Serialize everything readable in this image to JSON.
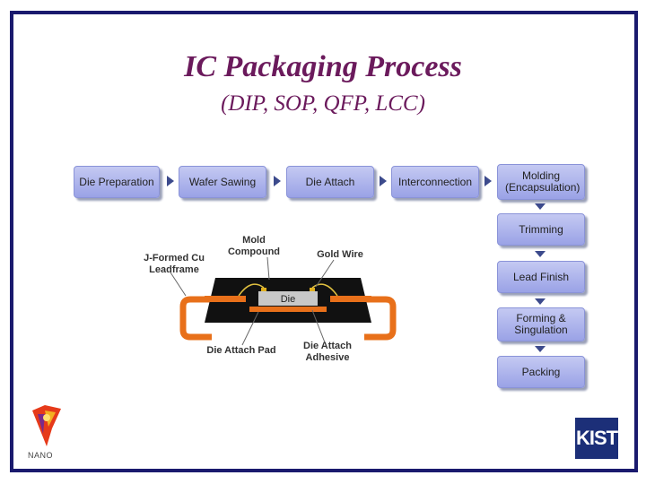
{
  "title": "IC Packaging Process",
  "subtitle": "(DIP, SOP, QFP, LCC)",
  "flow": {
    "row": [
      "Die Preparation",
      "Wafer Sawing",
      "Die Attach",
      "Interconnection"
    ],
    "column": [
      "Molding (Encapsulation)",
      "Trimming",
      "Lead Finish",
      "Forming & Singulation",
      "Packing"
    ]
  },
  "cross_section": {
    "die_label": "Die",
    "mold_compound": "Mold Compound",
    "gold_wire": "Gold Wire",
    "leadframe": "J-Formed Cu Leadframe",
    "die_attach_pad": "Die Attach Pad",
    "die_attach_adhesive": "Die Attach Adhesive",
    "colors": {
      "mold": "#111111",
      "leadframe": "#e8701a",
      "die": "#c8c8c8"
    }
  },
  "logos": {
    "left": "NANO",
    "right": "KIST"
  }
}
